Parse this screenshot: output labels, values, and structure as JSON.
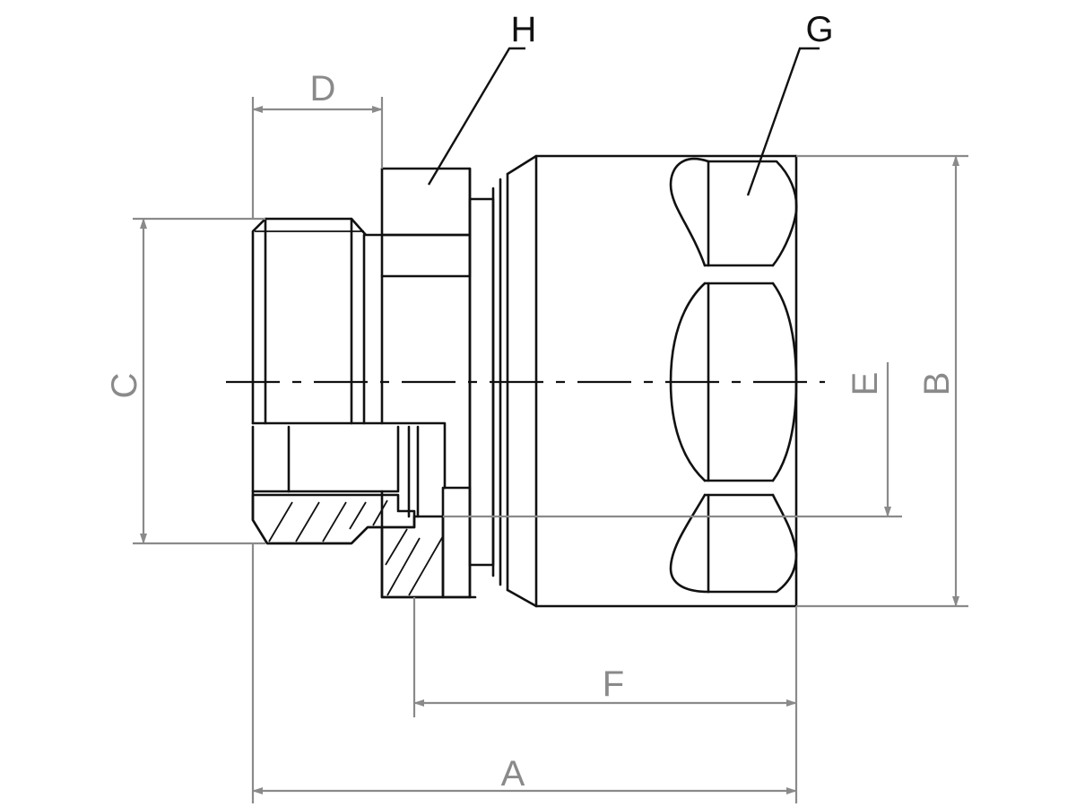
{
  "drawing": {
    "dimension_color": "#8a8a8a",
    "outline_color": "#111111",
    "dimensions": {
      "A": "A",
      "B": "B",
      "C": "C",
      "D": "D",
      "E": "E",
      "F": "F"
    },
    "callouts": {
      "G": "G",
      "H": "H"
    }
  }
}
